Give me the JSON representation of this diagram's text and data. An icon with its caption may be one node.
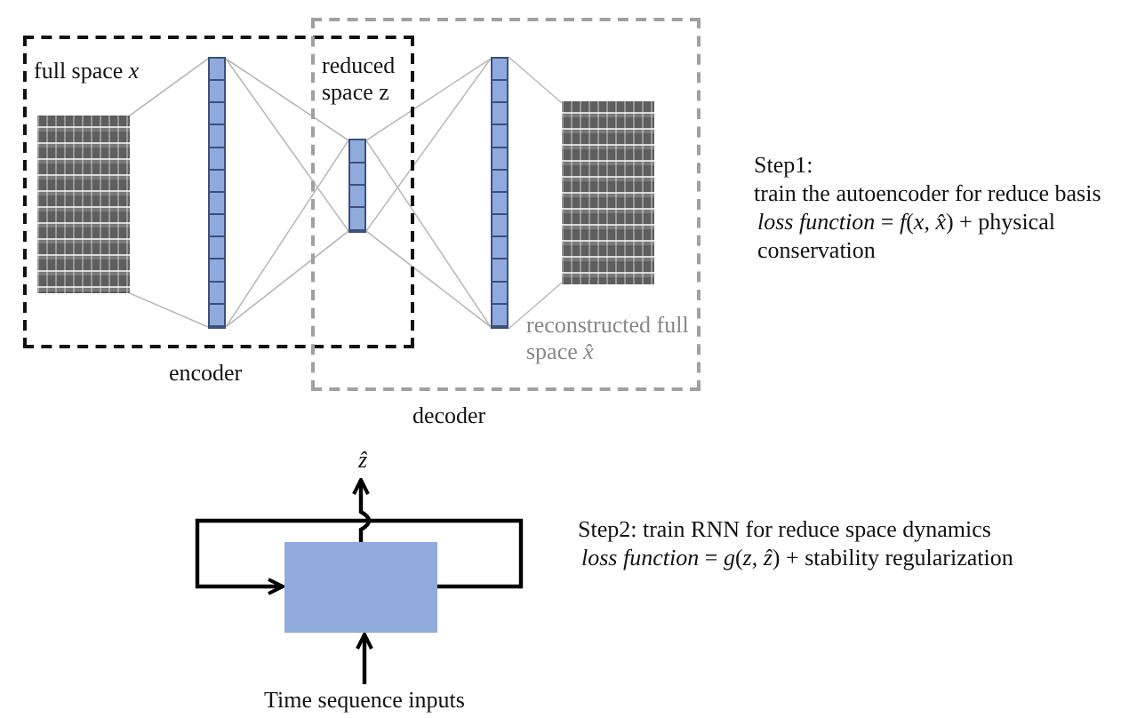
{
  "diagram": {
    "nodes": [
      {
        "text": [
          "encoder"
        ]
      },
      {
        "text": [],
        "shape": "picture",
        "in": 0,
        "beside": [
          "full space *x*"
        ]
      },
      {
        "text": [],
        "shape": "bar",
        "in": 0
      },
      {
        "text": [],
        "shape": "bar",
        "beside": [
          "reduced space z"
        ]
      },
      {
        "text": [
          "decoder"
        ]
      },
      {
        "text": [],
        "shape": "bar",
        "in": 4
      },
      {
        "text": [],
        "shape": "picture",
        "in": 4,
        "beside": [
          "reconstructed full space *x̂*"
        ]
      },
      {
        "text": [],
        "shape": "box"
      },
      {
        "text": [
          "*ẑ*"
        ]
      },
      {
        "text": [
          "Time sequence inputs"
        ]
      }
    ],
    "edges": [
      {
        "from": 1,
        "to": 2,
        "arrow": "none",
        "color": "#bbbbbb"
      },
      {
        "from": 2,
        "to": 3,
        "arrow": "none",
        "color": "#bbbbbb"
      },
      {
        "from": 3,
        "to": 5,
        "arrow": "none",
        "color": "#bbbbbb"
      },
      {
        "from": 5,
        "to": 6,
        "arrow": "none",
        "color": "#bbbbbb"
      },
      {
        "from": 7,
        "to": 7,
        "arrow": "to",
        "color": "#000000"
      },
      {
        "from": 7,
        "to": 8,
        "arrow": "to",
        "color": "#000000"
      },
      {
        "from": 9,
        "to": 7,
        "arrow": "to",
        "color": "#000000"
      }
    ],
    "labels": [
      "Step1:",
      "train the autoencoder for reduce basis",
      "*loss function* = *f*(*x*, *x̂*) + physical conservation",
      "Step2: train RNN for reduce space dynamics",
      "*loss function* = *g*(*z*, *ẑ*) + stability regularization"
    ]
  }
}
